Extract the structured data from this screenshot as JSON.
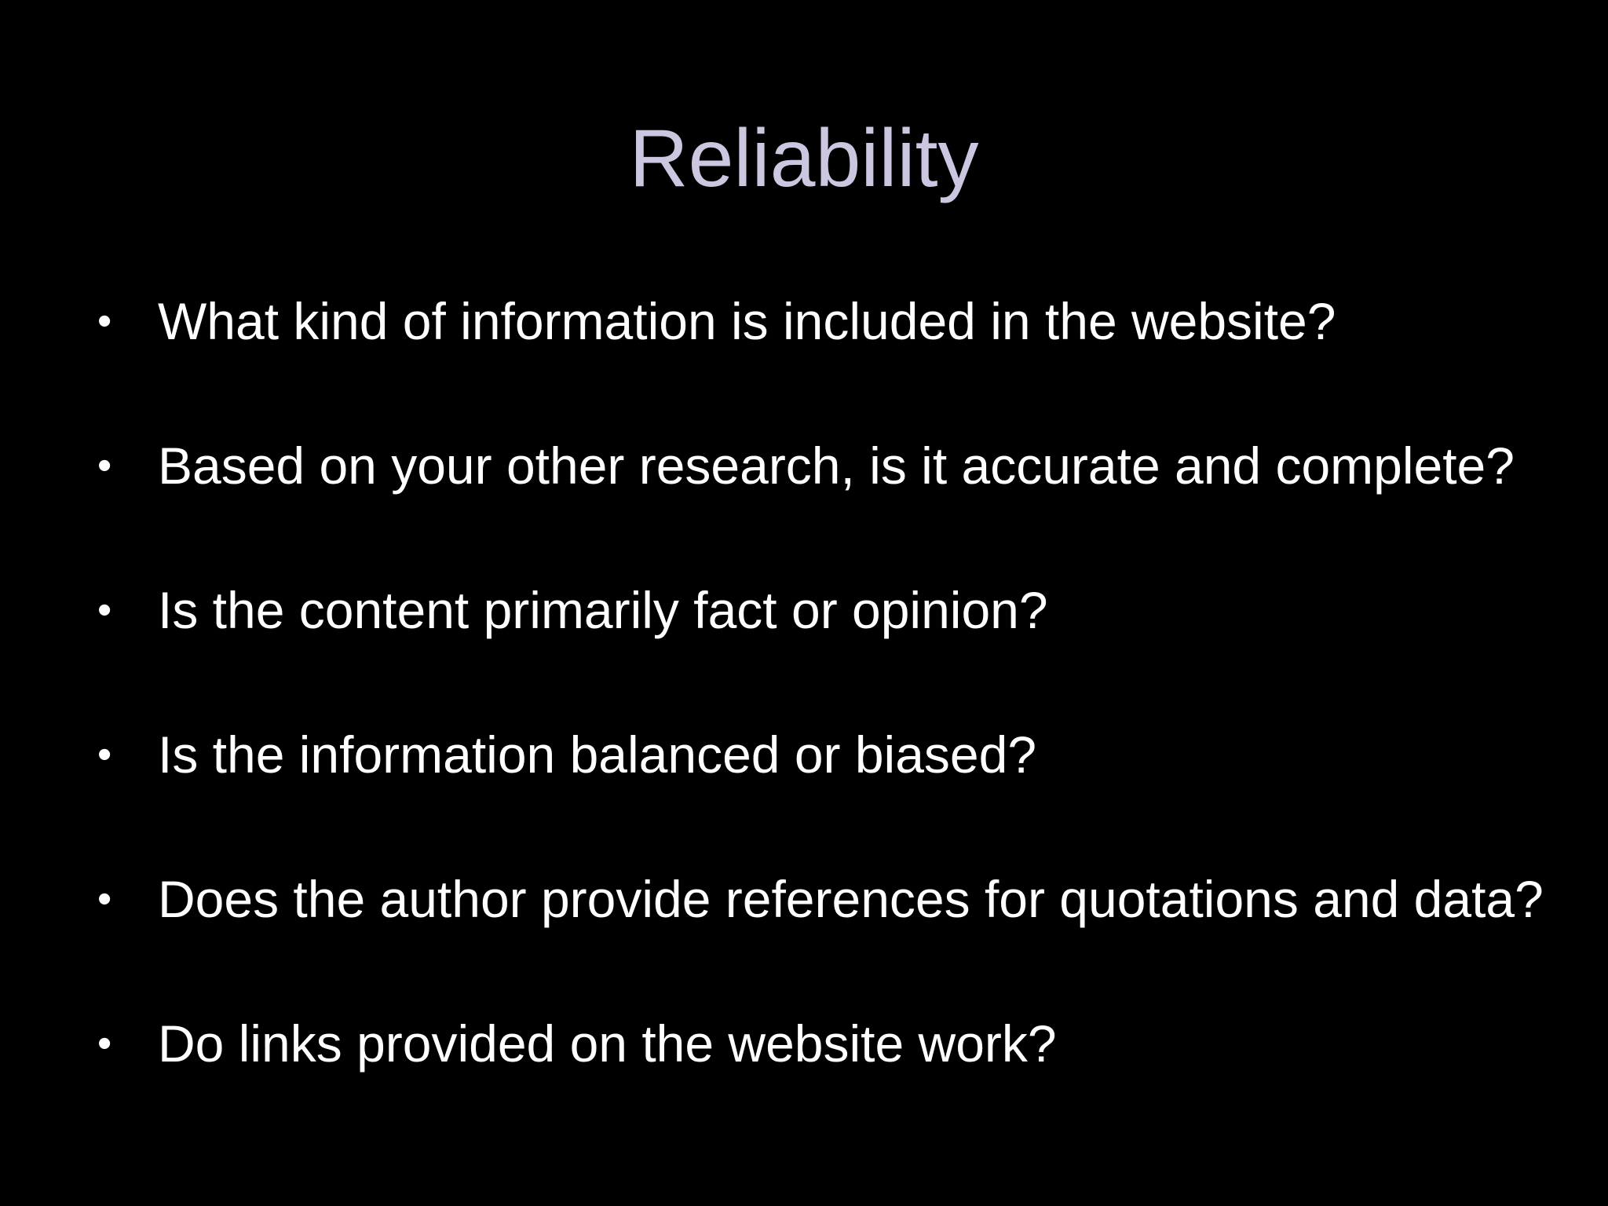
{
  "slide": {
    "title": "Reliability",
    "bullet_symbol": "•",
    "bullets": [
      {
        "text": "What kind of information is included in the website?"
      },
      {
        "text": "Based on your other research, is it accurate and complete?"
      },
      {
        "text": "Is the content primarily fact or opinion?"
      },
      {
        "text": "Is the information balanced or biased?"
      },
      {
        "text": "Does the author provide references for quotations and data?"
      },
      {
        "text": "Do links provided on the website work?"
      }
    ],
    "colors": {
      "background": "#000000",
      "title": "#cdc6e0",
      "body": "#ffffff"
    }
  }
}
